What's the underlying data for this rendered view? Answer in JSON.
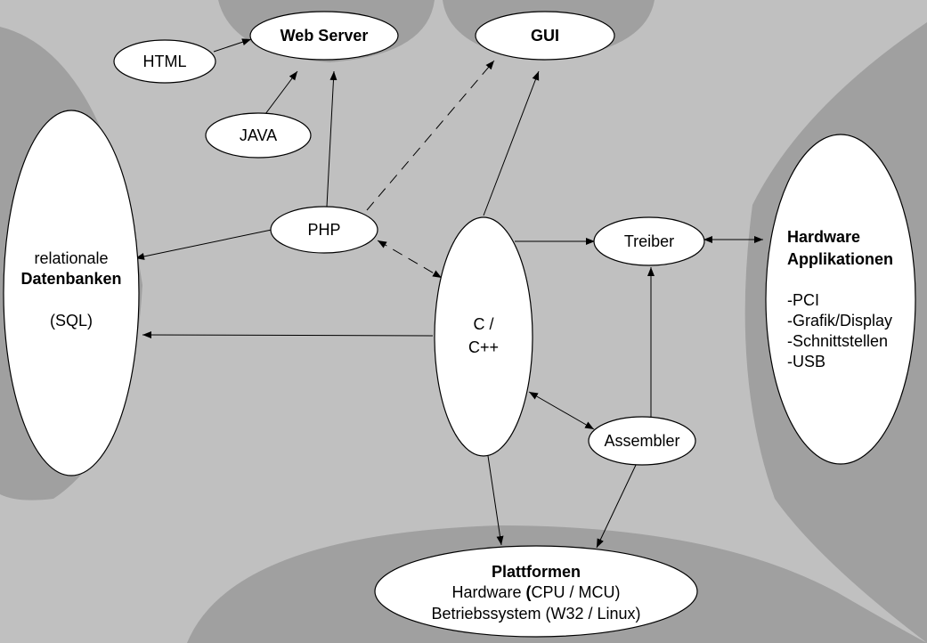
{
  "colors": {
    "background": "#c0c0c0",
    "blob": "#a0a0a0",
    "node": "#ffffff",
    "stroke": "#000000"
  },
  "nodes": {
    "web_server": {
      "label": "Web Server"
    },
    "gui": {
      "label": "GUI"
    },
    "html": {
      "label": "HTML"
    },
    "java": {
      "label": "JAVA"
    },
    "php": {
      "label": "PHP"
    },
    "treiber": {
      "label": "Treiber"
    },
    "assembler": {
      "label": "Assembler"
    },
    "cpp": {
      "line1": "C /",
      "line2": "C++"
    },
    "db": {
      "line1": "relationale",
      "line2": "Datenbanken",
      "line3": "(SQL)"
    },
    "hw_apps": {
      "title1": "Hardware",
      "title2": "Applikationen",
      "items": [
        "-PCI",
        "-Grafik/Display",
        "-Schnittstellen",
        "-USB"
      ]
    },
    "platform": {
      "title": "Plattformen",
      "line1_prefix": "Hardware ",
      "line1_bold": "(",
      "line1_suffix": "CPU / MCU)",
      "line2": "Betriebssystem (W32 / Linux)"
    }
  }
}
